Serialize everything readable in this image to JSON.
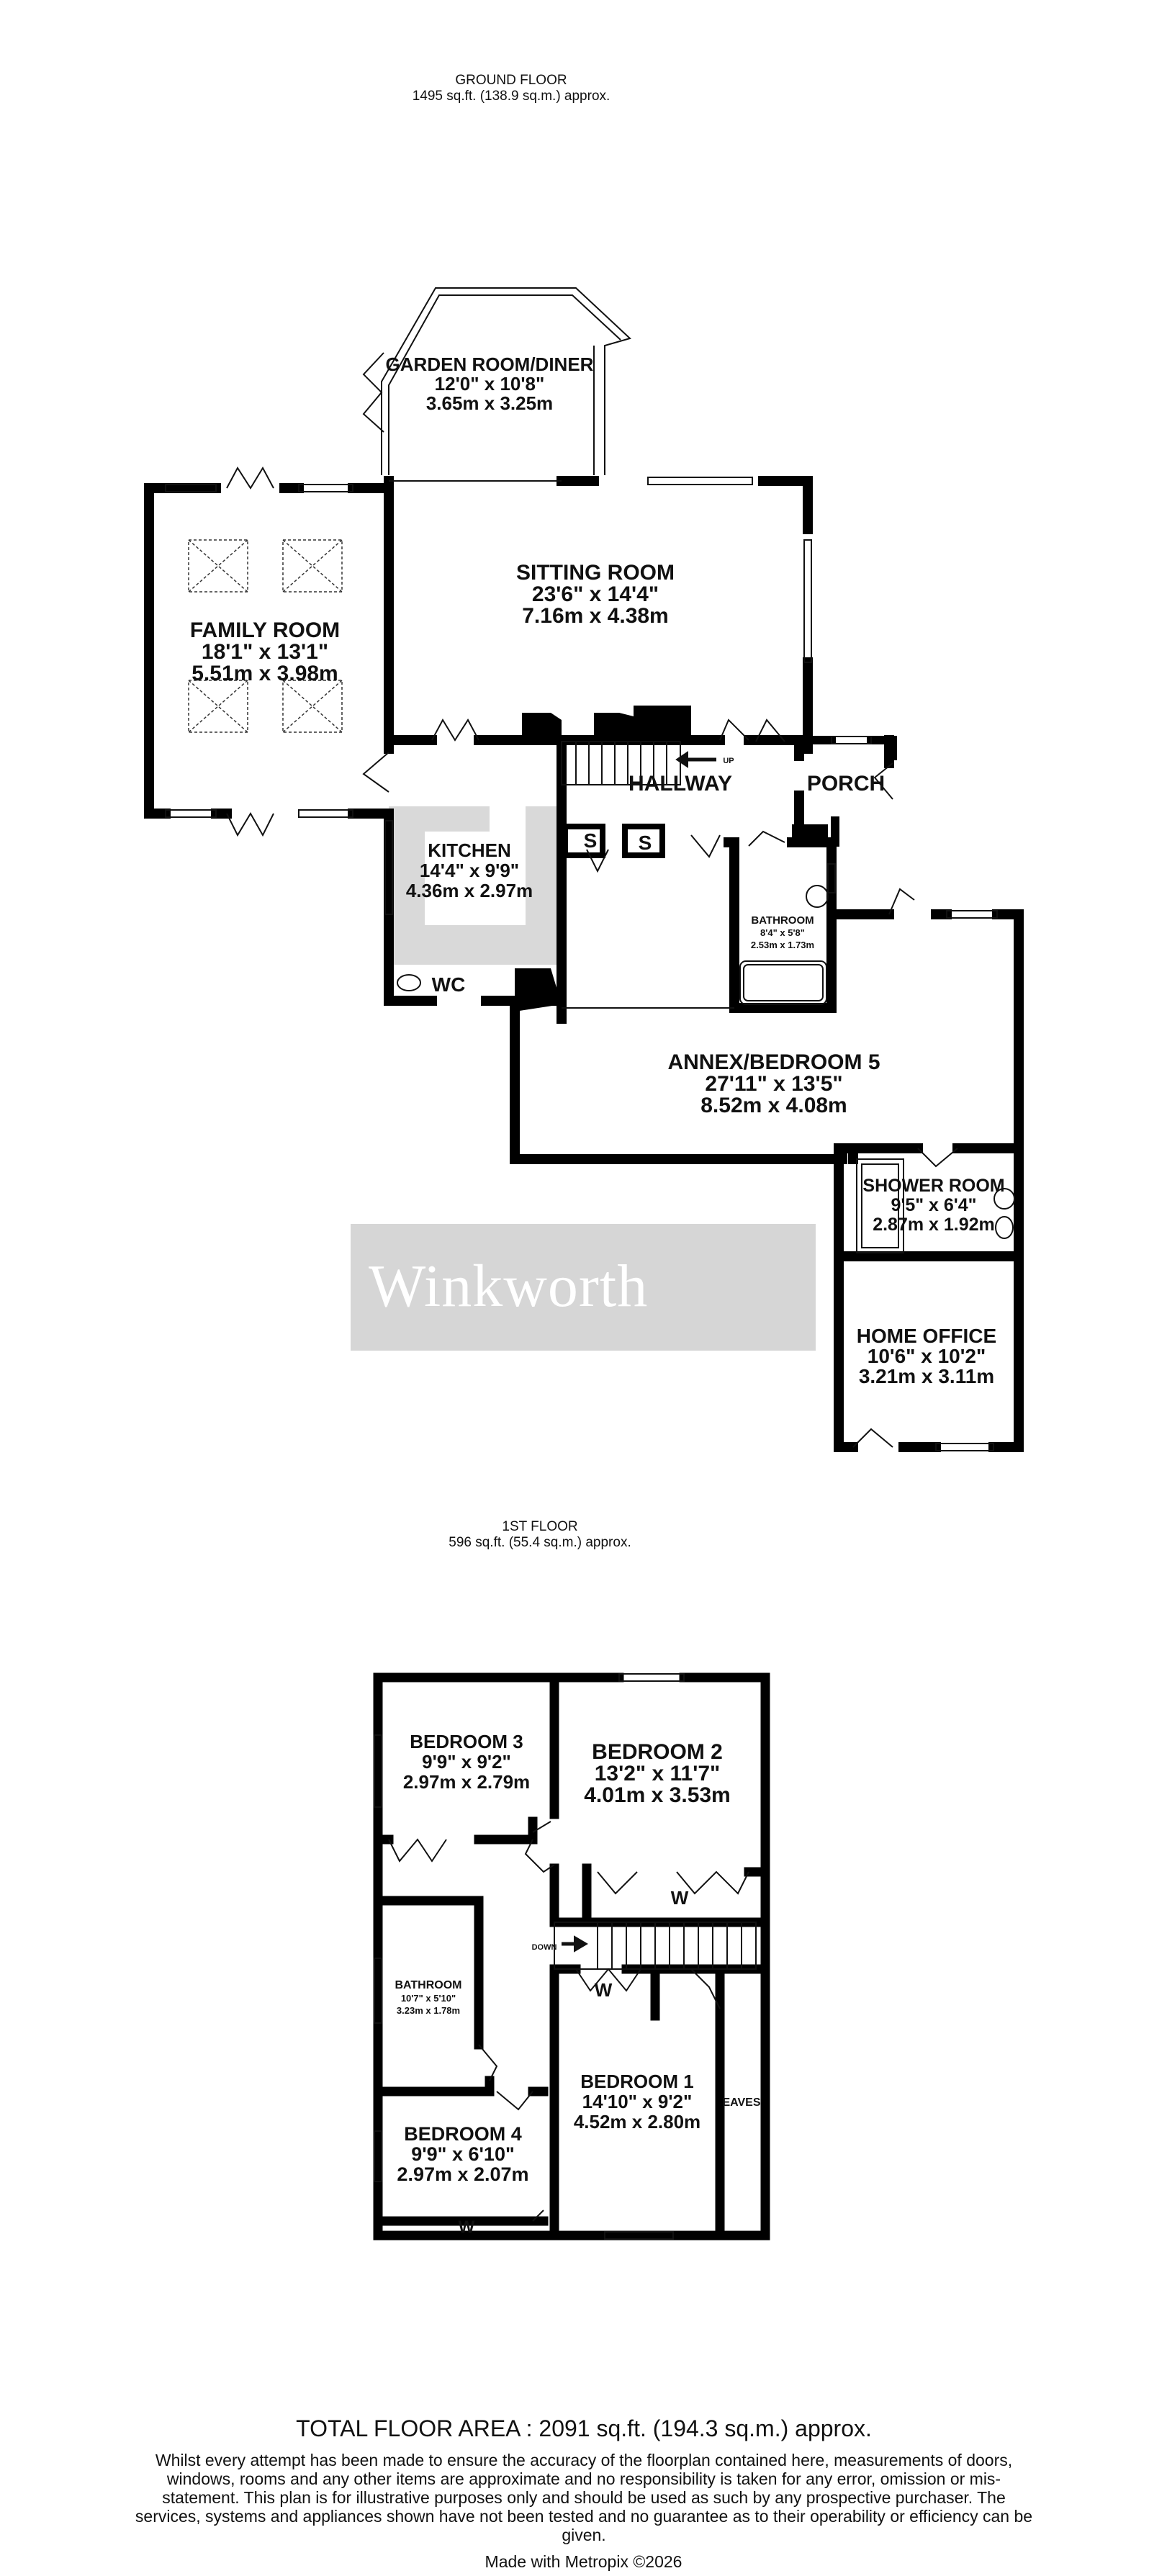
{
  "ground_floor": {
    "title": "GROUND FLOOR",
    "area": "1495 sq.ft. (138.9 sq.m.) approx.",
    "rooms": {
      "garden": {
        "name": "GARDEN ROOM/DINER",
        "imperial": "12'0\"  x 10'8\"",
        "metric": "3.65m  x 3.25m"
      },
      "sitting": {
        "name": "SITTING ROOM",
        "imperial": "23'6\"  x 14'4\"",
        "metric": "7.16m  x 4.38m"
      },
      "family": {
        "name": "FAMILY ROOM",
        "imperial": "18'1\"  x 13'1\"",
        "metric": "5.51m  x 3.98m"
      },
      "hallway": {
        "name": "HALLWAY"
      },
      "porch": {
        "name": "PORCH"
      },
      "kitchen": {
        "name": "KITCHEN",
        "imperial": "14'4\"  x 9'9\"",
        "metric": "4.36m  x 2.97m"
      },
      "wc": {
        "name": "WC"
      },
      "bathroom": {
        "name": "BATHROOM",
        "imperial": "8'4\"  x 5'8\"",
        "metric": "2.53m  x 1.73m"
      },
      "annex": {
        "name": "ANNEX/BEDROOM 5",
        "imperial": "27'11\"  x 13'5\"",
        "metric": "8.52m  x 4.08m"
      },
      "shower": {
        "name": "SHOWER ROOM",
        "imperial": "9'5\"  x 6'4\"",
        "metric": "2.87m  x 1.92m"
      },
      "office": {
        "name": "HOME OFFICE",
        "imperial": "10'6\"  x 10'2\"",
        "metric": "3.21m  x 3.11m"
      }
    },
    "stairs_label": "UP",
    "store_label": "S"
  },
  "watermark": "Winkworth",
  "first_floor": {
    "title": "1ST FLOOR",
    "area": "596 sq.ft. (55.4 sq.m.) approx.",
    "rooms": {
      "bed3": {
        "name": "BEDROOM 3",
        "imperial": "9'9\"  x 9'2\"",
        "metric": "2.97m  x 2.79m"
      },
      "bed2": {
        "name": "BEDROOM 2",
        "imperial": "13'2\"  x 11'7\"",
        "metric": "4.01m  x 3.53m"
      },
      "bath": {
        "name": "BATHROOM",
        "imperial": "10'7\"  x 5'10\"",
        "metric": "3.23m  x 1.78m"
      },
      "bed1": {
        "name": "BEDROOM 1",
        "imperial": "14'10\"  x 9'2\"",
        "metric": "4.52m  x 2.80m"
      },
      "bed4": {
        "name": "BEDROOM 4",
        "imperial": "9'9\"  x 6'10\"",
        "metric": "2.97m  x 2.07m"
      }
    },
    "stairs_label": "DOWN",
    "wardrobe_label": "W",
    "eaves_label": "EAVES"
  },
  "footer": {
    "total": "TOTAL FLOOR AREA : 2091 sq.ft. (194.3 sq.m.) approx.",
    "disclaimer": "Whilst every attempt has been made to ensure the accuracy of the floorplan contained here, measurements of doors, windows, rooms and any other items are approximate and no responsibility is taken for any error, omission or mis-statement. This plan is for illustrative purposes only and should be used as such by any prospective purchaser. The services, systems and appliances shown have not been tested and no guarantee as to their operability or efficiency can be given.",
    "made_with": "Made with Metropix ©2026"
  }
}
